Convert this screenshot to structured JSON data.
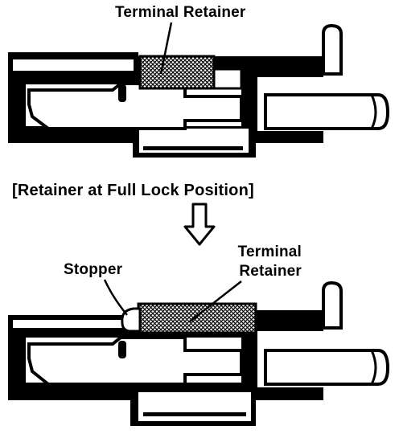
{
  "labels": {
    "top_terminal_retainer": "Terminal Retainer",
    "caption": "[Retainer at Full Lock Position]",
    "stopper": "Stopper",
    "bottom_terminal_retainer_line1": "Terminal",
    "bottom_terminal_retainer_line2": "Retainer"
  },
  "icons": {
    "arrow": "down-arrow-icon"
  },
  "colors": {
    "ink": "#000000",
    "paper": "#ffffff",
    "hatch": "#000000"
  }
}
